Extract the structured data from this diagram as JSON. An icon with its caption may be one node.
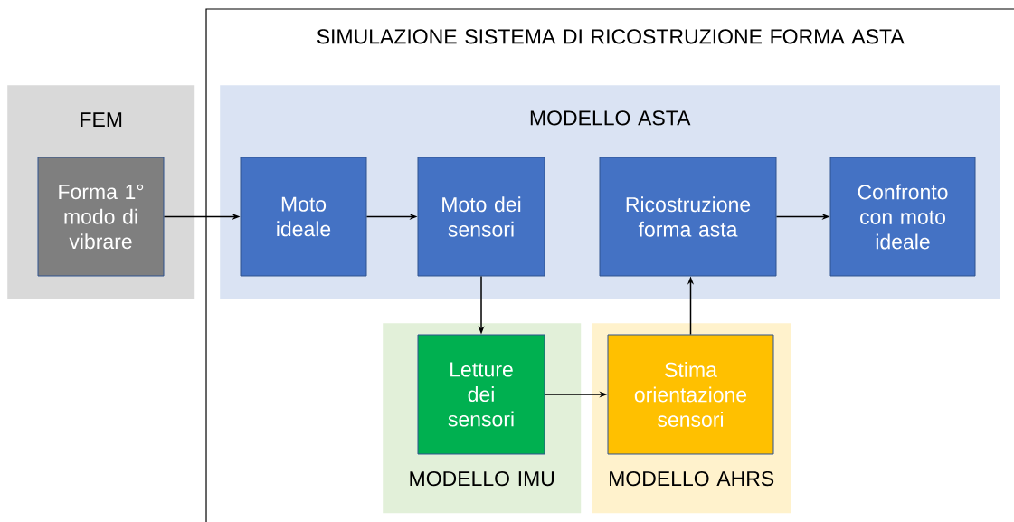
{
  "diagram": {
    "nodes": [
      {
        "text": [
          "SIMULAZIONE SISTEMA DI RICOSTRUZIONE FORMA ASTA"
        ]
      },
      {
        "text": [
          "FEM"
        ]
      },
      {
        "text": [
          "Forma 1° modo di vibrare"
        ],
        "in": 1
      },
      {
        "text": [
          "MODELLO ASTA"
        ],
        "in": 0
      },
      {
        "text": [
          "Moto ideale"
        ],
        "in": 3
      },
      {
        "text": [
          "Moto dei sensori"
        ],
        "in": 3
      },
      {
        "text": [
          "Ricostruzione forma asta"
        ],
        "in": 3
      },
      {
        "text": [
          "Confronto con moto ideale"
        ],
        "in": 3
      },
      {
        "text": [
          "MODELLO IMU"
        ],
        "in": 0
      },
      {
        "text": [
          "Letture dei sensori"
        ],
        "in": 8
      },
      {
        "text": [
          "MODELLO AHRS"
        ],
        "in": 0
      },
      {
        "text": [
          "Stima orientazione sensori"
        ],
        "in": 10
      }
    ],
    "edges": [
      {
        "from": 2,
        "to": 4,
        "arrow": "to"
      },
      {
        "from": 4,
        "to": 5,
        "arrow": "to"
      },
      {
        "from": 6,
        "to": 7,
        "arrow": "to"
      },
      {
        "from": 5,
        "to": 9,
        "arrow": "to"
      },
      {
        "from": 9,
        "to": 11,
        "arrow": "to"
      },
      {
        "from": 11,
        "to": 6,
        "arrow": "to"
      }
    ]
  }
}
